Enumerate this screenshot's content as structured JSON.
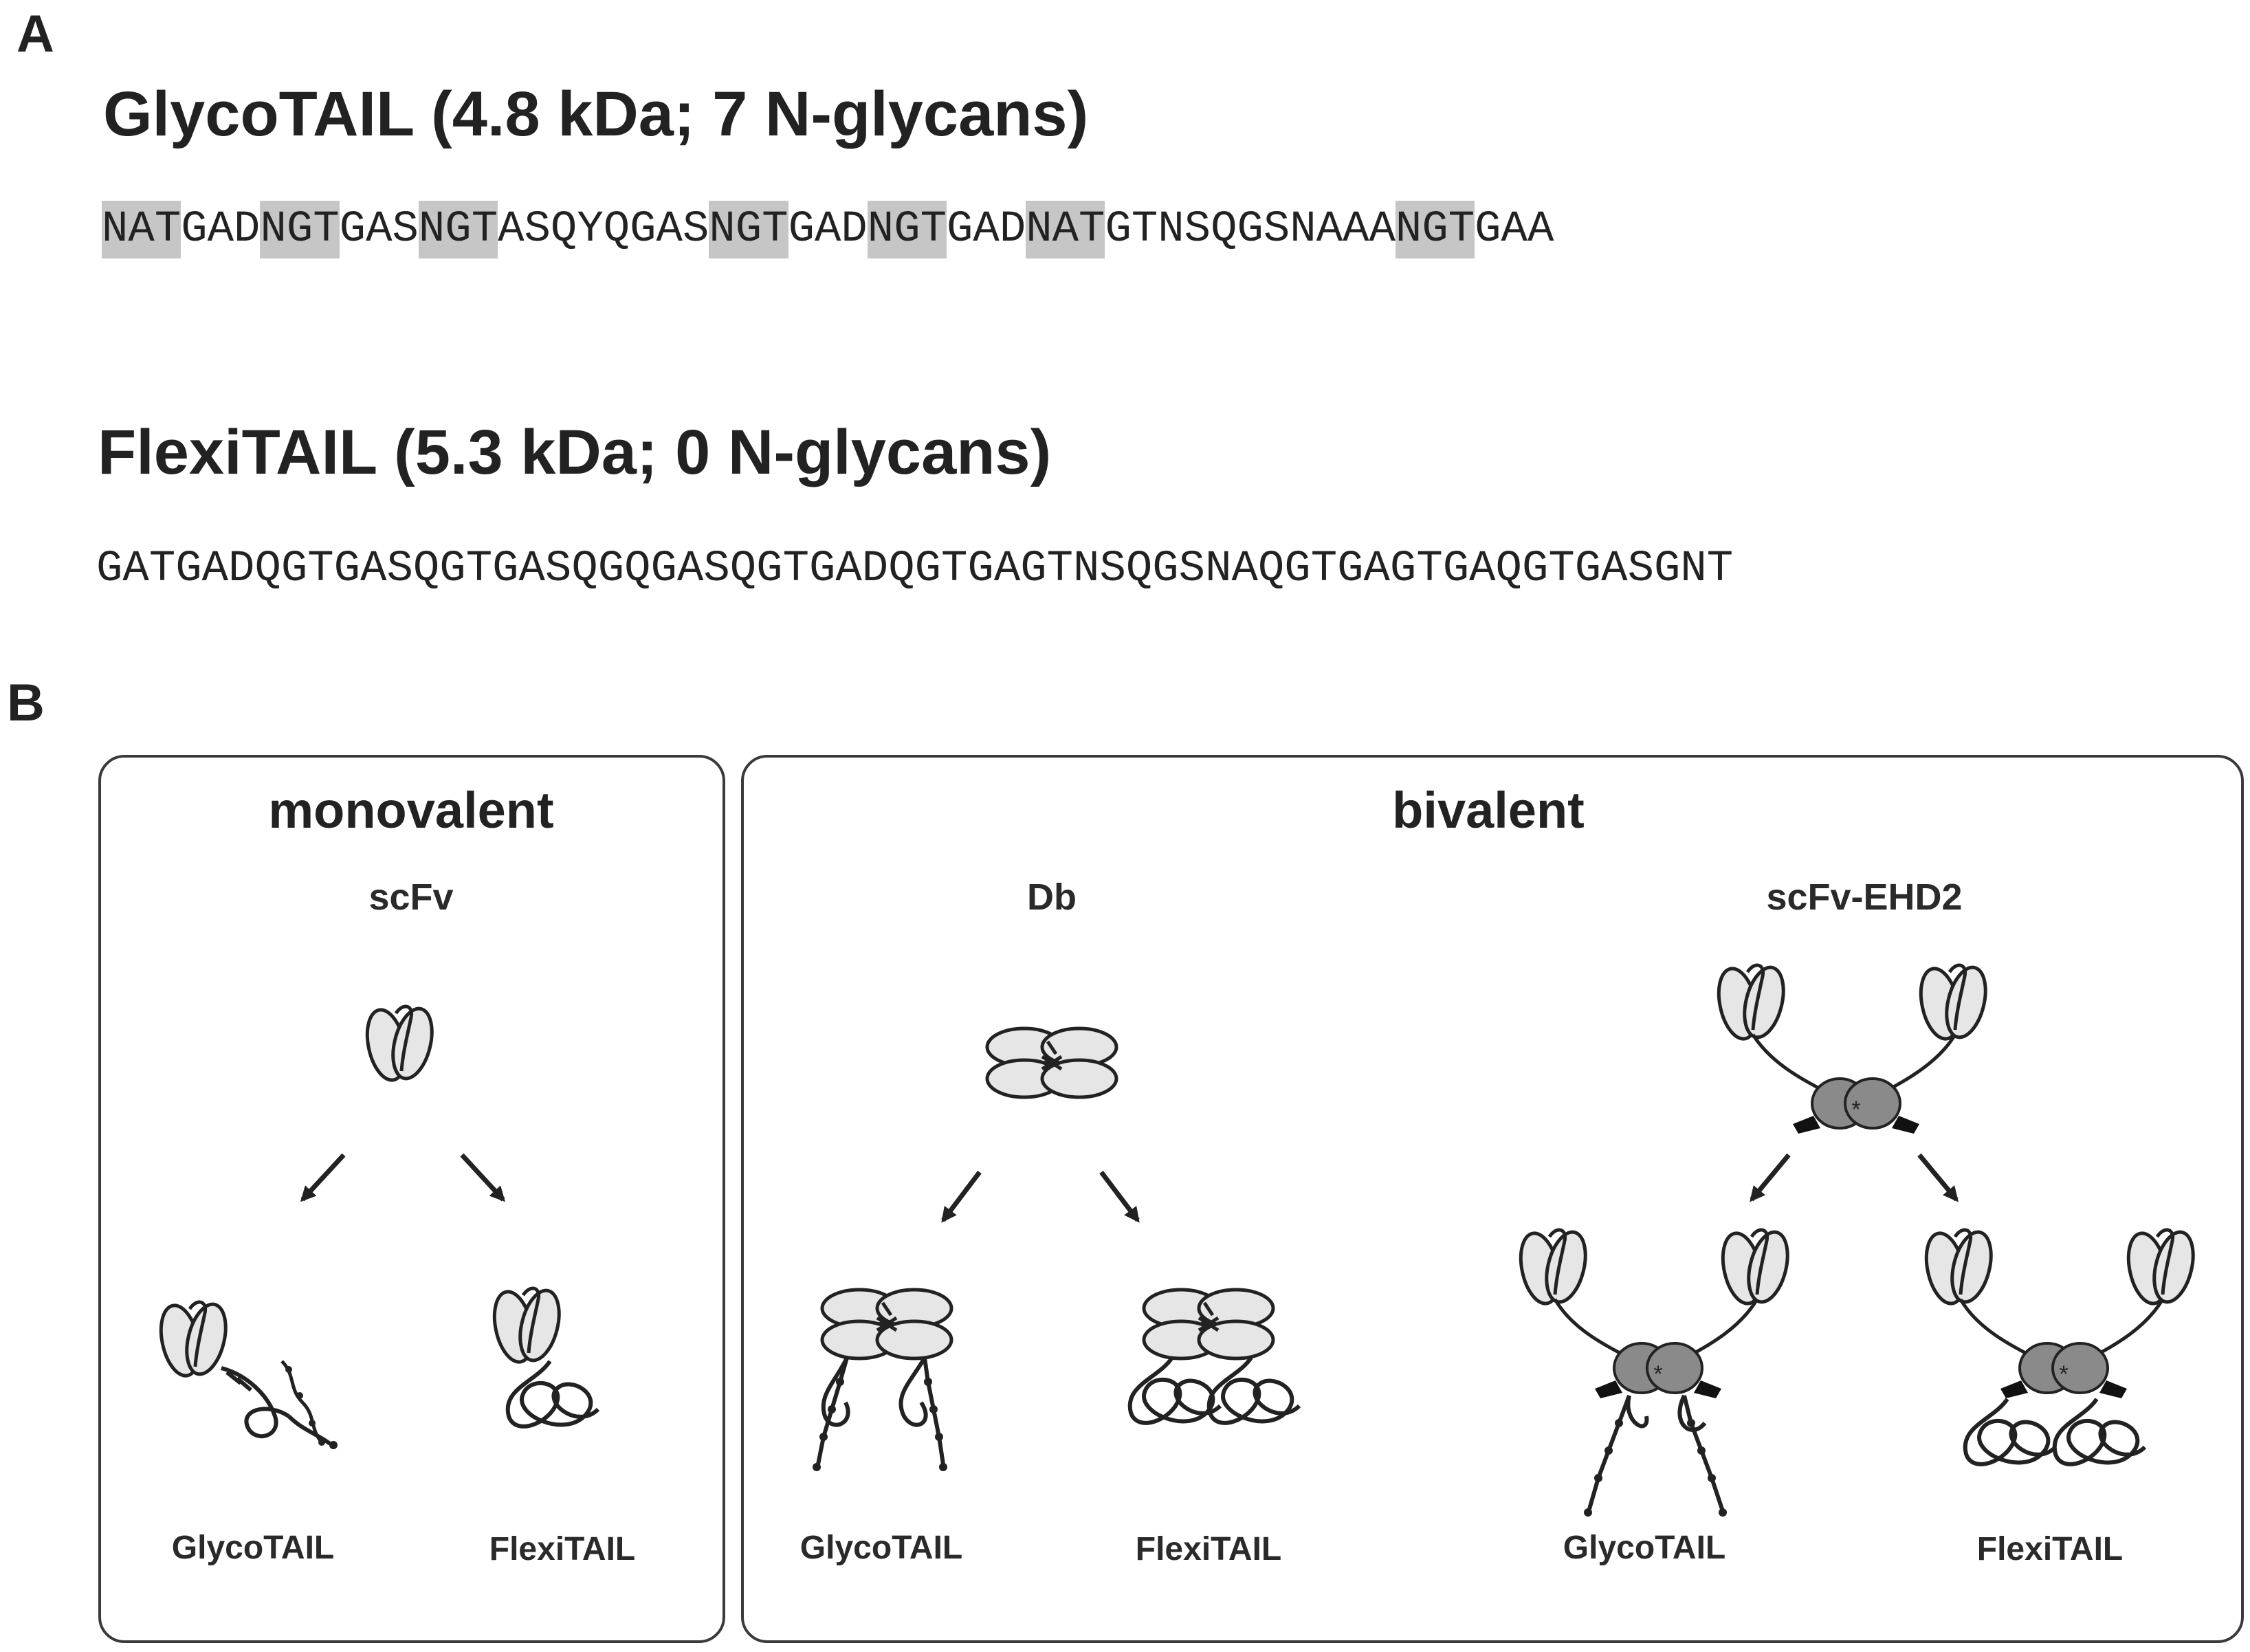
{
  "panels": {
    "a": "A",
    "b": "B"
  },
  "glyco": {
    "title": "GlycoTAIL (4.8 kDa; 7 N-glycans)",
    "segments": [
      {
        "t": "NAT",
        "h": true
      },
      {
        "t": "GAD",
        "h": false
      },
      {
        "t": "NGT",
        "h": true
      },
      {
        "t": "GAS",
        "h": false
      },
      {
        "t": "NGT",
        "h": true
      },
      {
        "t": "ASQYQGAS",
        "h": false
      },
      {
        "t": "NGT",
        "h": true
      },
      {
        "t": "GAD",
        "h": false
      },
      {
        "t": "NGT",
        "h": true
      },
      {
        "t": "GAD",
        "h": false
      },
      {
        "t": "NAT",
        "h": true
      },
      {
        "t": "GTNSQGSNAAA",
        "h": false
      },
      {
        "t": "NGT",
        "h": true
      },
      {
        "t": "GAA",
        "h": false
      }
    ]
  },
  "flexi": {
    "title": "FlexiTAIL (5.3 kDa; 0 N-glycans)",
    "sequence": "GATGADQGTGASQGTGASQGQGASQGTGADQGTGAGTNSQGSNAQGTGAGTGAQGTGASGNT"
  },
  "monovalent": {
    "title": "monovalent",
    "format": "scFv",
    "left_label": "GlycoTAIL",
    "right_label": "FlexiTAIL"
  },
  "bivalent": {
    "title": "bivalent",
    "db": {
      "format": "Db",
      "left_label": "GlycoTAIL",
      "right_label": "FlexiTAIL"
    },
    "ehd2": {
      "format": "scFv-EHD2",
      "left_label": "GlycoTAIL",
      "right_label": "FlexiTAIL"
    }
  },
  "colors": {
    "light_domain": "#e6e6e6",
    "dark_domain": "#8a8a8a",
    "highlight": "#c6c6c6",
    "ink": "#222222"
  }
}
